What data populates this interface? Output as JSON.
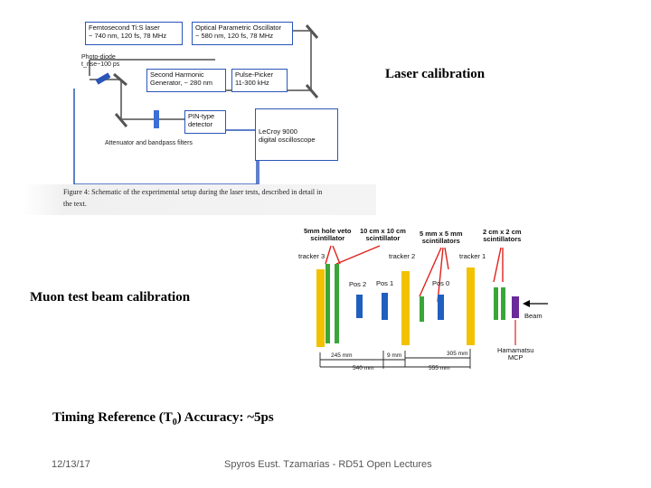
{
  "slide": {
    "laser_title": "Laser calibration",
    "muon_title": "Muon test beam calibration",
    "timing_prefix": "Timing Reference (T",
    "timing_sub": "0",
    "timing_suffix": ") Accuracy: ~5ps",
    "date": "12/13/17",
    "footer": "Spyros Eust. Tzamarias - RD51 Open Lectures"
  },
  "laser_setup": {
    "boxes": {
      "femto_line1": "Femtosecond Ti:S laser",
      "femto_line2": "~ 740 nm, 120 fs, 78 MHz",
      "opo_line1": "Optical Parametric Oscillator",
      "opo_line2": "~ 580 nm, 120 fs, 78 MHz",
      "shg_line1": "Second Harmonic",
      "shg_line2": "Generator, ~ 280 nm",
      "picker_line1": "Pulse-Picker",
      "picker_line2": "11-300 kHz",
      "pin_line1": "PIN-type",
      "pin_line2": "detector",
      "scope_line1": "LeCroy 9000",
      "scope_line2": "digital oscilloscope"
    },
    "photodiode_line1": "Photo-diode",
    "photodiode_line2": "t_rise~100 ps",
    "attenuator": "Attenuator and bandpass filters",
    "caption_line1": "Figure 4: Schematic of the experimental setup during the laser tests, described in detail in",
    "caption_line2": "the text."
  },
  "muon_setup": {
    "labels": {
      "hole_veto_1": "5mm hole veto",
      "hole_veto_2": "scintillator",
      "scint10_1": "10 cm x 10 cm",
      "scint10_2": "scintillator",
      "scint5_1": "5 mm x 5 mm",
      "scint5_2": "scintillators",
      "scint2_1": "2 cm x 2 cm",
      "scint2_2": "scintillators",
      "tracker3": "tracker 3",
      "tracker2": "tracker 2",
      "tracker1": "tracker 1",
      "pos2": "Pos 2",
      "pos1": "Pos 1",
      "pos0": "Pos 0",
      "beam": "Beam",
      "mcp_1": "Hamamatsu",
      "mcp_2": "MCP",
      "d245": "245 mm",
      "d9": "9 mm",
      "d305": "305 mm",
      "d540": "540 mm",
      "d555": "555 mm"
    },
    "colors": {
      "tracker": "#f2c200",
      "scintillator": "#3aa63a",
      "pos_detector": "#1f5fbf",
      "mcp": "#6a2a9a",
      "arrow": "#e0221b"
    }
  }
}
